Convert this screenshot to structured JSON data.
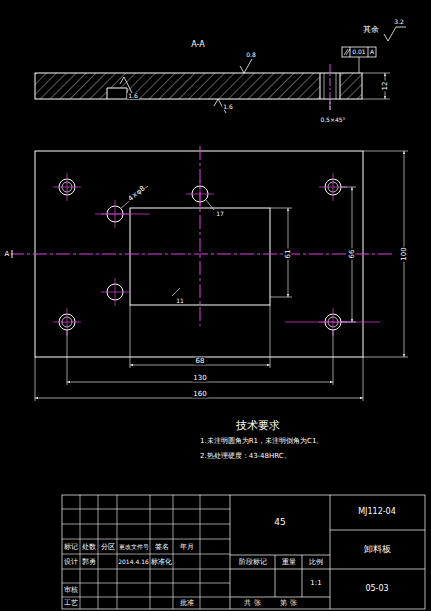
{
  "diagram": {
    "labels": [
      "A-A",
      "其余",
      "3.2",
      "0.01",
      "A",
      "12",
      "0.8",
      "1.6",
      "1.6",
      "0.5×45°",
      "A",
      "4×φ8",
      "17",
      "11",
      "61",
      "66",
      "100",
      "68",
      "130",
      "160",
      "技术要求",
      "1.未注明圆角为R1，未注明倒角为C1。",
      "2.热处理硬度：43-48HRC。",
      "标记",
      "处数",
      "分区",
      "更改文件号",
      "签名",
      "年月",
      "设计",
      "郭勇",
      "2014.4.16",
      "标准化",
      "审核",
      "工艺",
      "批准",
      "45",
      "阶段标记",
      "重量",
      "比例",
      "1:1",
      "共 张",
      "第 张",
      "MJ112-04",
      "卸料板",
      "05-03"
    ]
  }
}
